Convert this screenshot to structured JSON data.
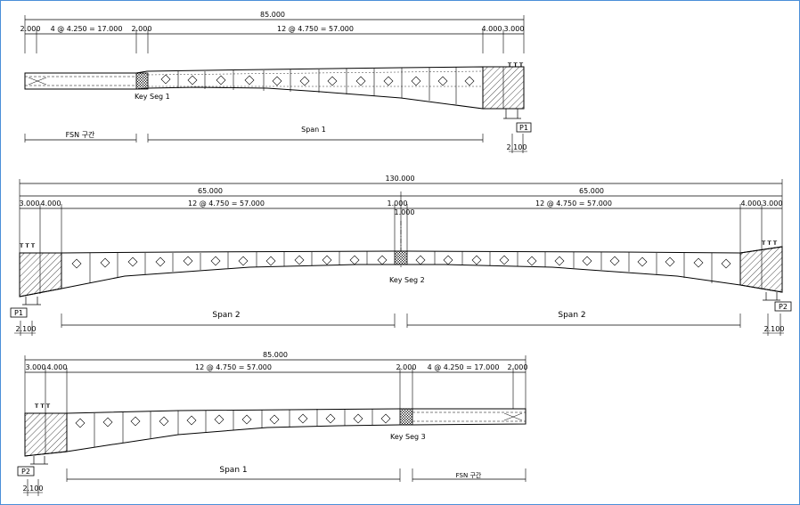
{
  "drawing": {
    "top": {
      "total": "85.000",
      "subdims": [
        "2.000",
        "4 @ 4.250 = 17.000",
        "2.000",
        "12 @ 4.750 = 57.000",
        "4.000",
        "3.000"
      ],
      "key_seg": "Key Seg 1",
      "spans": [
        "FSN 구간",
        "Span 1"
      ],
      "pier": "P1",
      "pier_dim": "2.100"
    },
    "middle": {
      "total": "130.000",
      "left_total": "65.000",
      "right_total": "65.000",
      "subdims": [
        "3.000",
        "4.000",
        "12 @ 4.750 = 57.000",
        "1.000",
        "12 @ 4.750 = 57.000",
        "4.000",
        "3.000"
      ],
      "center_dim": "1.000",
      "key_seg": "Key Seg 2",
      "spans": [
        "Span 2",
        "Span 2"
      ],
      "piers": [
        "P1",
        "P2"
      ],
      "pier_dims": [
        "2.100",
        "2.100"
      ]
    },
    "bottom": {
      "total": "85.000",
      "subdims": [
        "3.000",
        "4.000",
        "12 @ 4.750 = 57.000",
        "2.000",
        "4 @ 4.250 = 17.000",
        "2.000"
      ],
      "key_seg": "Key Seg 3",
      "spans": [
        "Span 1",
        "FSN 구간"
      ],
      "pier": "P2",
      "pier_dim": "2.100"
    }
  }
}
